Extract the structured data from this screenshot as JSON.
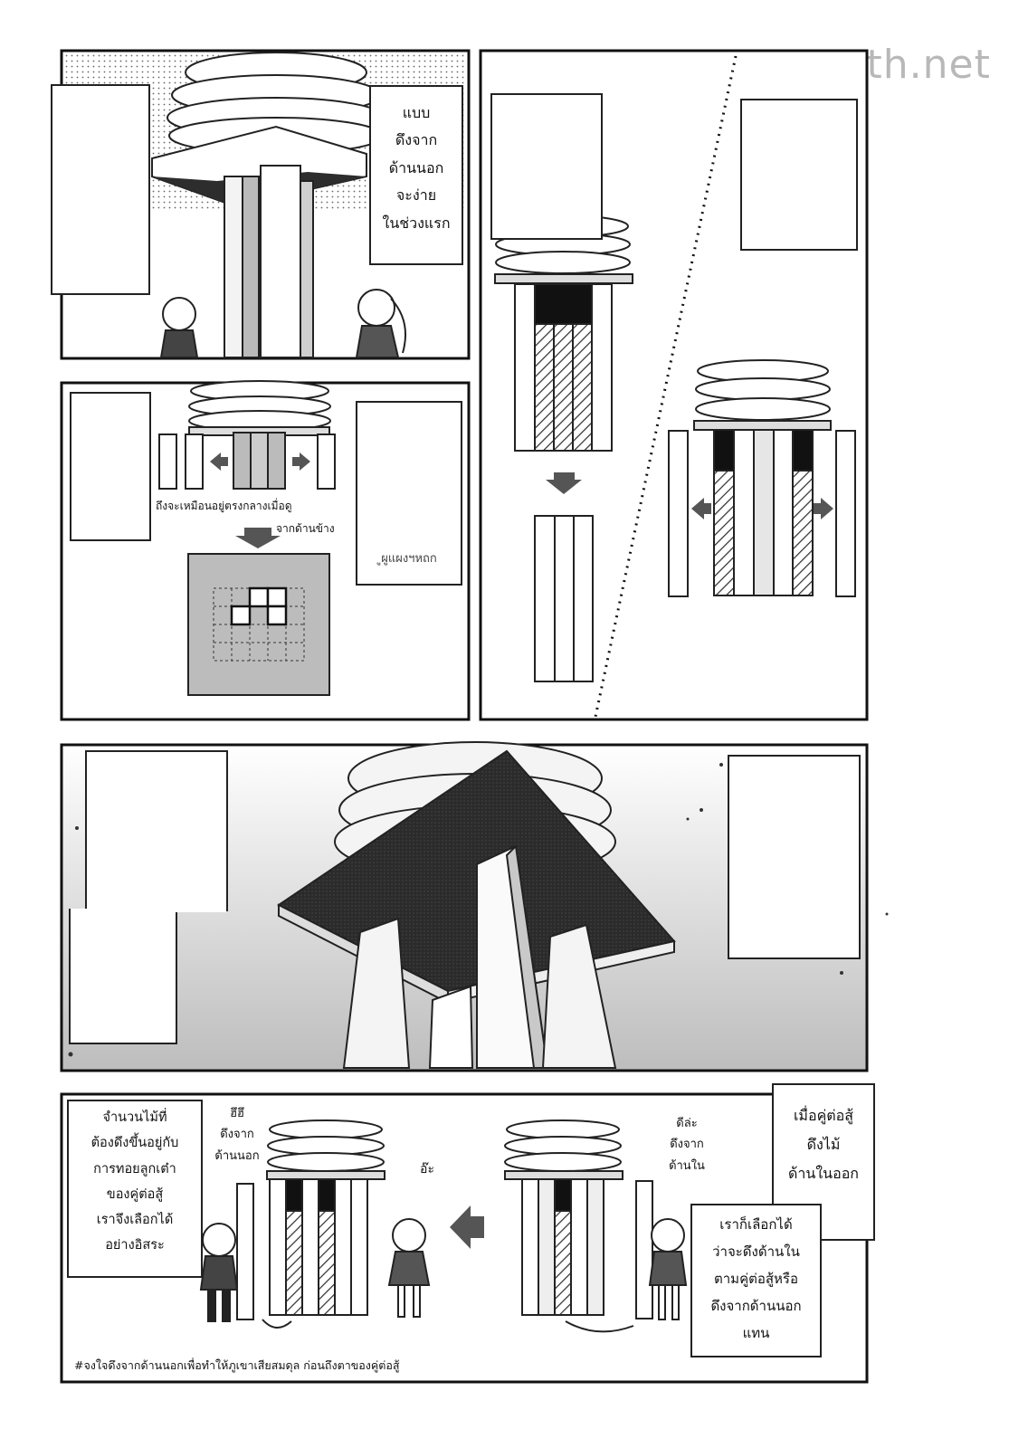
{
  "watermark": "manga-th.net",
  "panel1": {
    "caption": "แบบ\nดึงจาก\nด้านนอก\nจะง่าย\nในช่วงแรก"
  },
  "panel2": {
    "note_line1": "ถึงจะเหมือนอยู่ตรงกลางเมื่อดู",
    "note_line2": "จากด้านข้าง",
    "right_box_fragment": "ูผูแผงฯหถก"
  },
  "panel5": {
    "left_box": "จำนวนไม้ที่\nต้องดึงขึ้นอยู่กับ\nการทอยลูกเต๋า\nของคู่ต่อสู้\nเราจึงเลือกได้\nอย่างอิสระ",
    "speech_left": "ฮึฮึ\nดึงจาก\nด้านนอก",
    "speech_center": "อ๊ะ",
    "speech_right": "ดีล่ะ\nดึงจาก\nด้านใน",
    "box_top_right": "เมื่อคู่ต่อสู้\nดึงไม้\nด้านในออก",
    "box_bottom_right": "เราก็เลือกได้\nว่าจะดึงด้านใน\nตามคู่ต่อสู้หรือ\nดึงจากด้านนอก\nแทน",
    "footer": "#จงใจดึงจากด้านนอกเพื่อทำให้ภูเขาเสียสมดุล ก่อนถึงตาของคู่ต่อสู้"
  }
}
